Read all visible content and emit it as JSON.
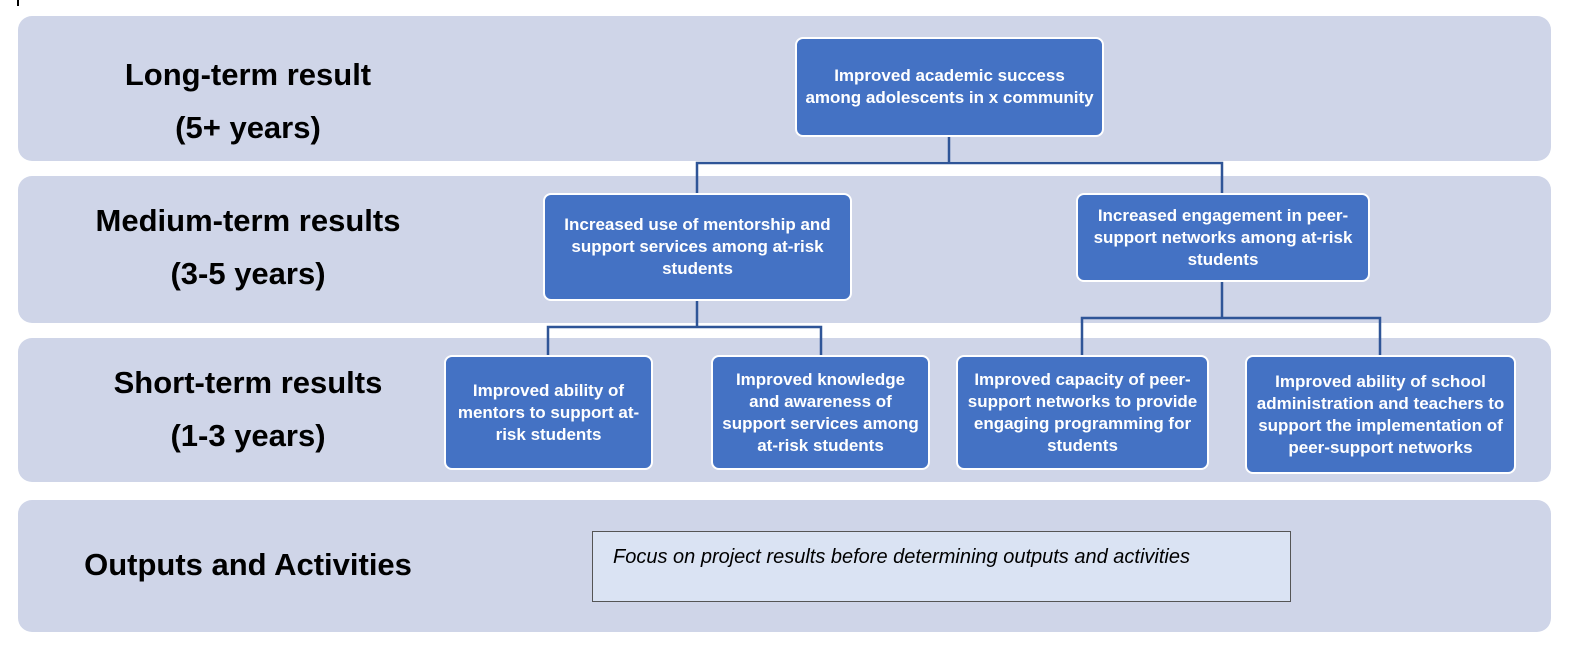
{
  "bands": {
    "long": {
      "title": "Long-term result",
      "period": "(5+ years)"
    },
    "medium": {
      "title": "Medium-term results",
      "period": "(3-5 years)"
    },
    "short": {
      "title": "Short-term results",
      "period": "(1-3 years)"
    },
    "outputs": {
      "title": "Outputs and Activities"
    }
  },
  "boxes": {
    "long_term": "Improved academic success among adolescents in x community",
    "medium_1": "Increased use of mentorship and support services among at-risk students",
    "medium_2": "Increased engagement in peer-support networks among at-risk students",
    "short_1": "Improved ability of mentors to support at-risk students",
    "short_2": "Improved knowledge and awareness of support services among at-risk students",
    "short_3": "Improved capacity of peer-support networks to provide engaging programming for students",
    "short_4": "Improved ability of school administration and teachers to support the implementation of peer-support networks"
  },
  "note": "Focus on project results before determining outputs and activities",
  "colors": {
    "band": "#cfd5e8",
    "box": "#4472c4",
    "connector": "#2f5597",
    "note_bg": "#dae3f3"
  }
}
